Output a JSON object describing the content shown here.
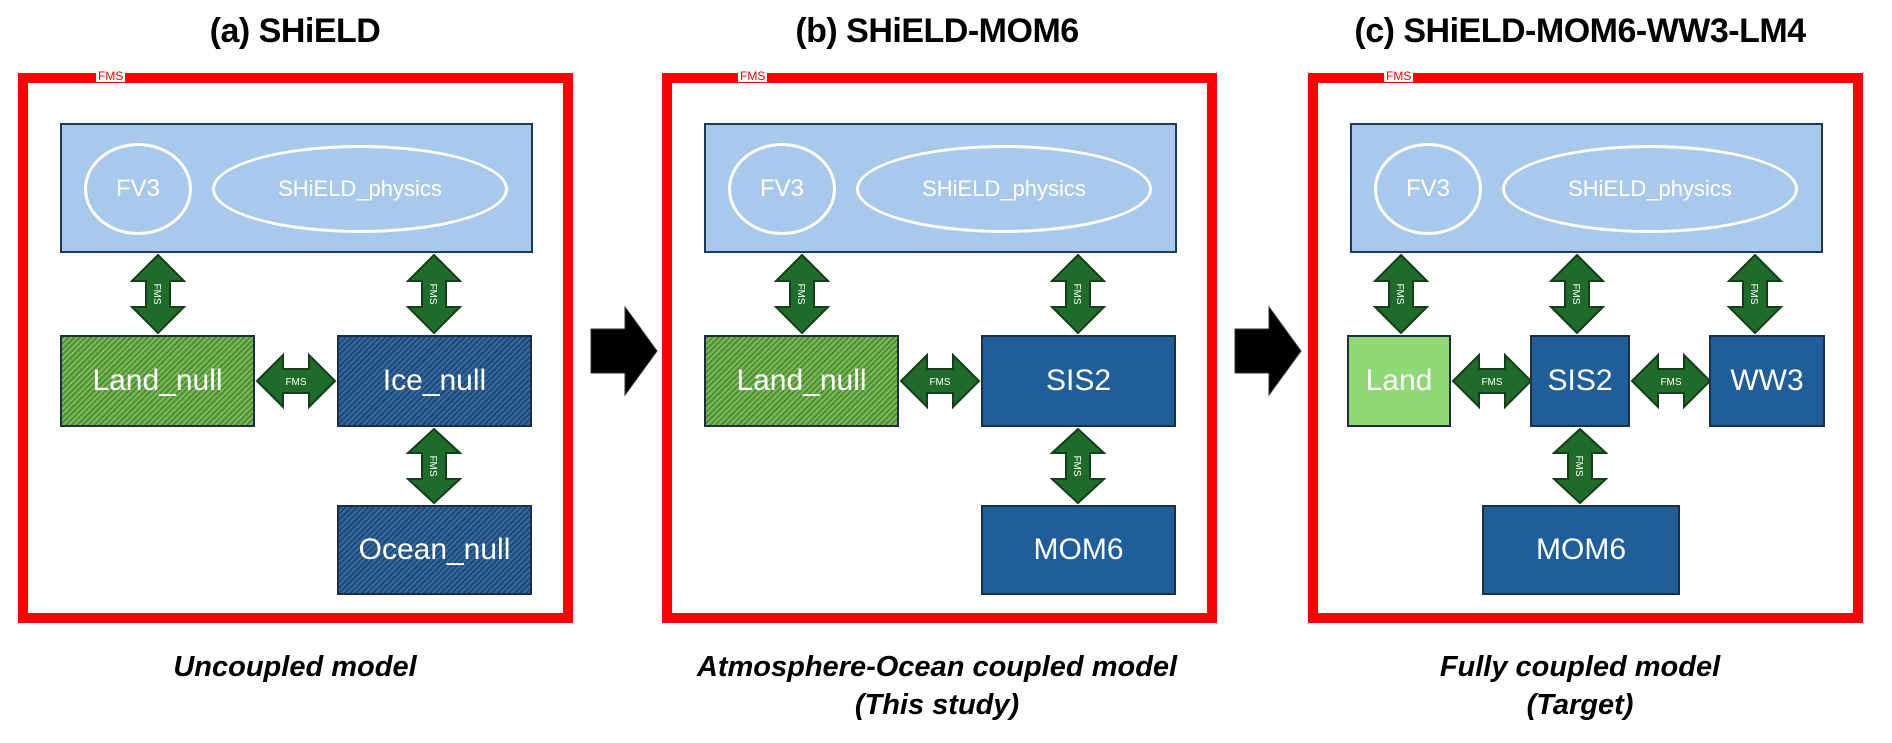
{
  "panels": [
    {
      "title": "(a) SHiELD",
      "frame_label": "FMS",
      "atmosphere": {
        "fv3": "FV3",
        "physics": "SHiELD_physics"
      },
      "land": "Land_null",
      "ice": "Ice_null",
      "ocean": "Ocean_null",
      "coupler": "FMS",
      "caption_line1": "Uncoupled model",
      "caption_line2": ""
    },
    {
      "title": "(b) SHiELD-MOM6",
      "frame_label": "FMS",
      "atmosphere": {
        "fv3": "FV3",
        "physics": "SHiELD_physics"
      },
      "land": "Land_null",
      "ice": "SIS2",
      "ocean": "MOM6",
      "coupler": "FMS",
      "caption_line1": "Atmosphere-Ocean coupled model",
      "caption_line2": "(This study)"
    },
    {
      "title": "(c) SHiELD-MOM6-WW3-LM4",
      "frame_label": "FMS",
      "atmosphere": {
        "fv3": "FV3",
        "physics": "SHiELD_physics"
      },
      "land": "Land",
      "ice": "SIS2",
      "wave": "WW3",
      "ocean": "MOM6",
      "coupler": "FMS",
      "caption_line1": "Fully coupled model",
      "caption_line2": "(Target)"
    }
  ],
  "colors": {
    "frame": "#ff0000",
    "atmosphere": "#a9c9ec",
    "component_blue": "#205e9b",
    "land_green": "#8ed973",
    "coupler_arrow": "#1f6b2a"
  }
}
